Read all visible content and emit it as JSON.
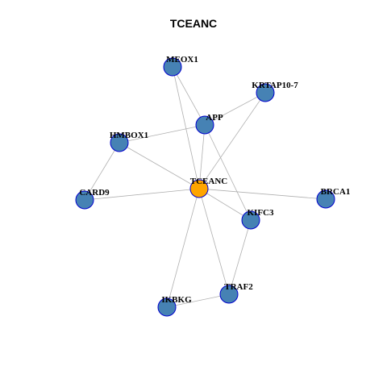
{
  "title": "TCEANC",
  "colors": {
    "center_node_fill": "#FFA500",
    "node_fill": "#4682B4",
    "node_stroke": "#0000CD",
    "edge": "#b0b0b0",
    "label": "#000000"
  },
  "nodes": [
    {
      "id": "MEOX1",
      "label": "MEOX1",
      "center": false
    },
    {
      "id": "KRTAP10-7",
      "label": "KRTAP10-7",
      "center": false
    },
    {
      "id": "APP",
      "label": "APP",
      "center": false
    },
    {
      "id": "HMBOX1",
      "label": "HMBOX1",
      "center": false
    },
    {
      "id": "TCEANC",
      "label": "TCEANC",
      "center": true
    },
    {
      "id": "CARD9",
      "label": "CARD9",
      "center": false
    },
    {
      "id": "BRCA1",
      "label": "BRCA1",
      "center": false
    },
    {
      "id": "KIFC3",
      "label": "KIFC3",
      "center": false
    },
    {
      "id": "TRAF2",
      "label": "TRAF2",
      "center": false
    },
    {
      "id": "IKBKG",
      "label": "IKBKG",
      "center": false
    }
  ],
  "edges": [
    [
      "TCEANC",
      "MEOX1"
    ],
    [
      "TCEANC",
      "KRTAP10-7"
    ],
    [
      "TCEANC",
      "APP"
    ],
    [
      "TCEANC",
      "HMBOX1"
    ],
    [
      "TCEANC",
      "CARD9"
    ],
    [
      "TCEANC",
      "BRCA1"
    ],
    [
      "TCEANC",
      "KIFC3"
    ],
    [
      "TCEANC",
      "TRAF2"
    ],
    [
      "TCEANC",
      "IKBKG"
    ],
    [
      "MEOX1",
      "APP"
    ],
    [
      "APP",
      "KRTAP10-7"
    ],
    [
      "APP",
      "HMBOX1"
    ],
    [
      "APP",
      "KIFC3"
    ],
    [
      "HMBOX1",
      "CARD9"
    ],
    [
      "KIFC3",
      "TRAF2"
    ],
    [
      "TRAF2",
      "IKBKG"
    ]
  ]
}
